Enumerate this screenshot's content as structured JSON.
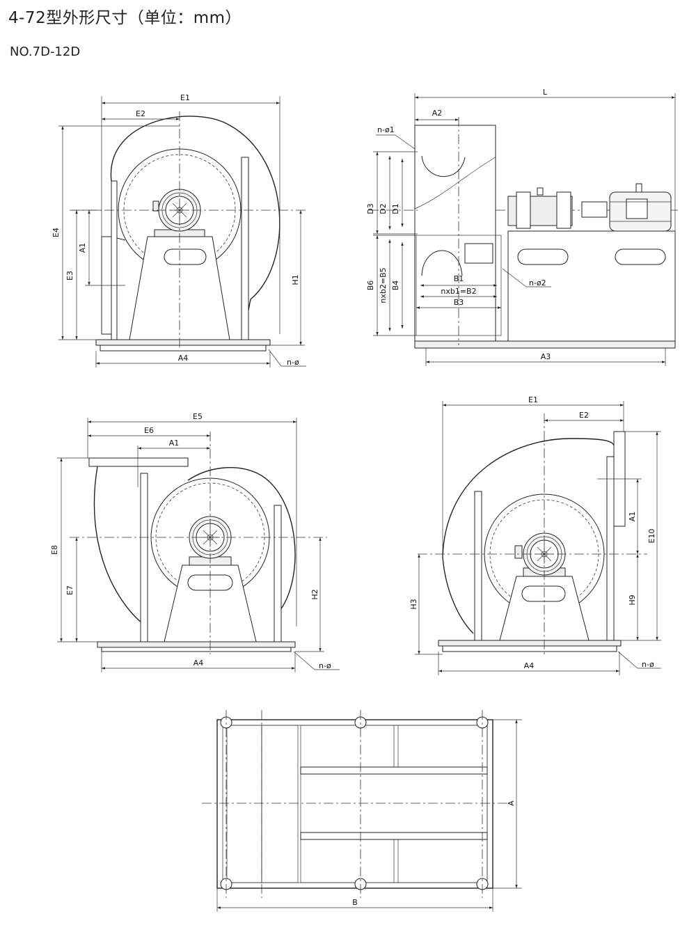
{
  "header": {
    "title": "4-72型外形尺寸（单位：mm）",
    "model": "NO.7D-12D"
  },
  "labels": {
    "e1": "E1",
    "e2": "E2",
    "e3": "E3",
    "e4": "E4",
    "e5": "E5",
    "e6": "E6",
    "e7": "E7",
    "e8": "E8",
    "e10": "E10",
    "a": "A",
    "a1": "A1",
    "a2": "A2",
    "a3": "A3",
    "a4": "A4",
    "b": "B",
    "b1": "B1",
    "b3": "B3",
    "b4": "B4",
    "b6": "B6",
    "nxb1": "nxb1=B2",
    "nxb2": "nxb2=B5",
    "d1": "D1",
    "d2": "D2",
    "d3": "D3",
    "h1": "H1",
    "h2": "H2",
    "h3": "H3",
    "h9": "H9",
    "l": "L",
    "n_phi": "n-ø",
    "n_phi1": "n-ø1",
    "n_phi2": "n-ø2"
  }
}
